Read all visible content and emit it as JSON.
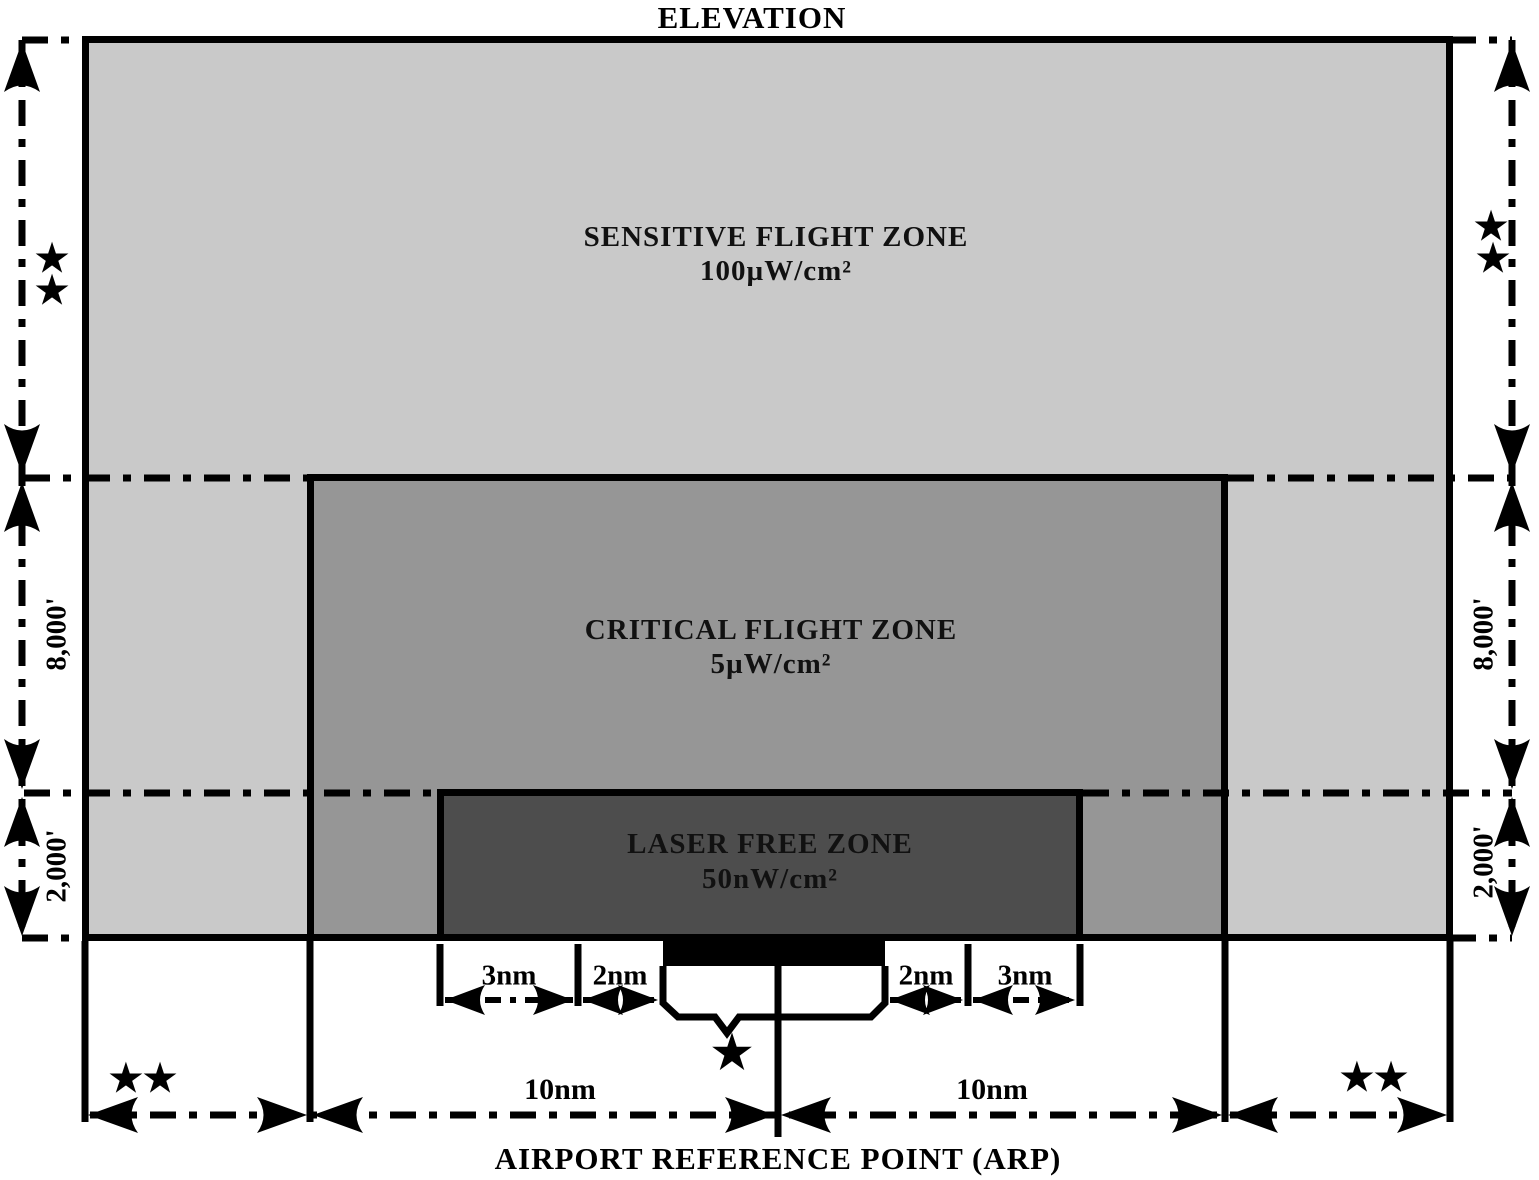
{
  "title": "ELEVATION",
  "footer": "AIRPORT REFERENCE POINT (ARP)",
  "symbols": {
    "star": "★",
    "double_star": "★★"
  },
  "zones": {
    "sensitive": {
      "name": "SENSITIVE FLIGHT ZONE",
      "exposure_limit": "100µW/cm²",
      "color": "#c9c9c9"
    },
    "critical": {
      "name": "CRITICAL FLIGHT ZONE",
      "exposure_limit": "5µW/cm²",
      "color": "#969696"
    },
    "laser_free": {
      "name": "LASER FREE ZONE",
      "exposure_limit": "50nW/cm²",
      "color": "#4d4d4d"
    }
  },
  "dimensions": {
    "altitude_upper": "8,000'",
    "altitude_lower": "2,000'",
    "lateral_3nm": "3nm",
    "lateral_2nm": "2nm",
    "lateral_10nm": "10nm"
  }
}
